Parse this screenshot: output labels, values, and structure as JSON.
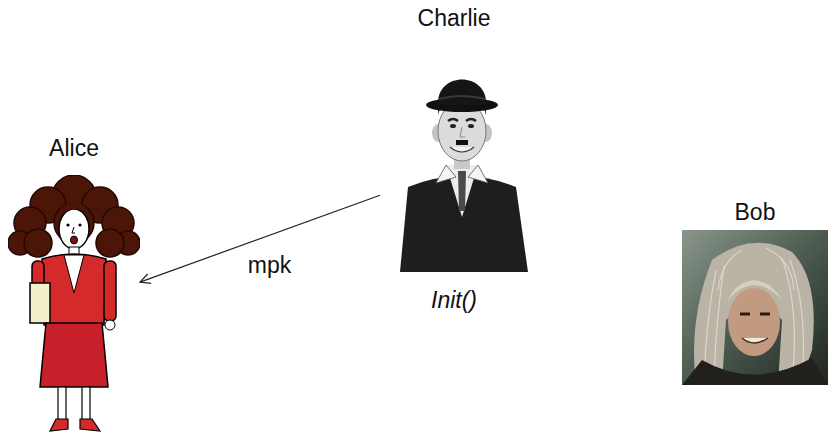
{
  "diagram": {
    "nodes": [
      {
        "text": [
          "Alice"
        ]
      },
      {
        "text": [
          "Charlie",
          "Init()"
        ]
      },
      {
        "text": [
          "Bob"
        ]
      }
    ],
    "edges": [
      {
        "from": 1,
        "to": 0,
        "label": "mpk",
        "arrow": "to"
      }
    ]
  }
}
